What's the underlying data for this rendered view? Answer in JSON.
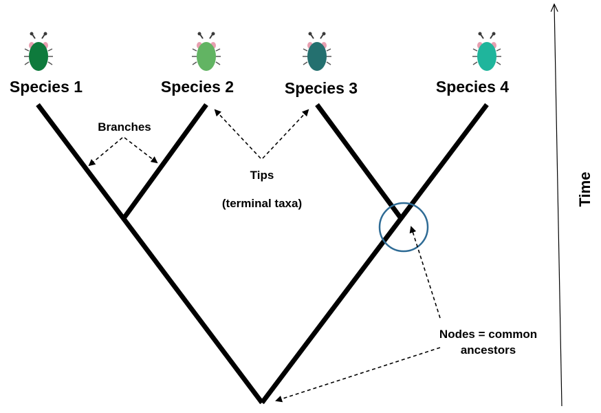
{
  "species": [
    {
      "label": "Species 1",
      "color": "#0e7a3c"
    },
    {
      "label": "Species 2",
      "color": "#62b463"
    },
    {
      "label": "Species 3",
      "color": "#24706f"
    },
    {
      "label": "Species 4",
      "color": "#1fb59c"
    }
  ],
  "annotations": {
    "branches": "Branches",
    "tips": "Tips",
    "terminal_taxa": "(terminal taxa)",
    "nodes_line1": "Nodes = common",
    "nodes_line2": "ancestors"
  },
  "axis": {
    "time": "Time"
  },
  "colors": {
    "tree": "#000000",
    "node_circle": "#2e6b95",
    "bug_antenna": "#3a3a3a",
    "bug_pink": "#e79fb0"
  }
}
